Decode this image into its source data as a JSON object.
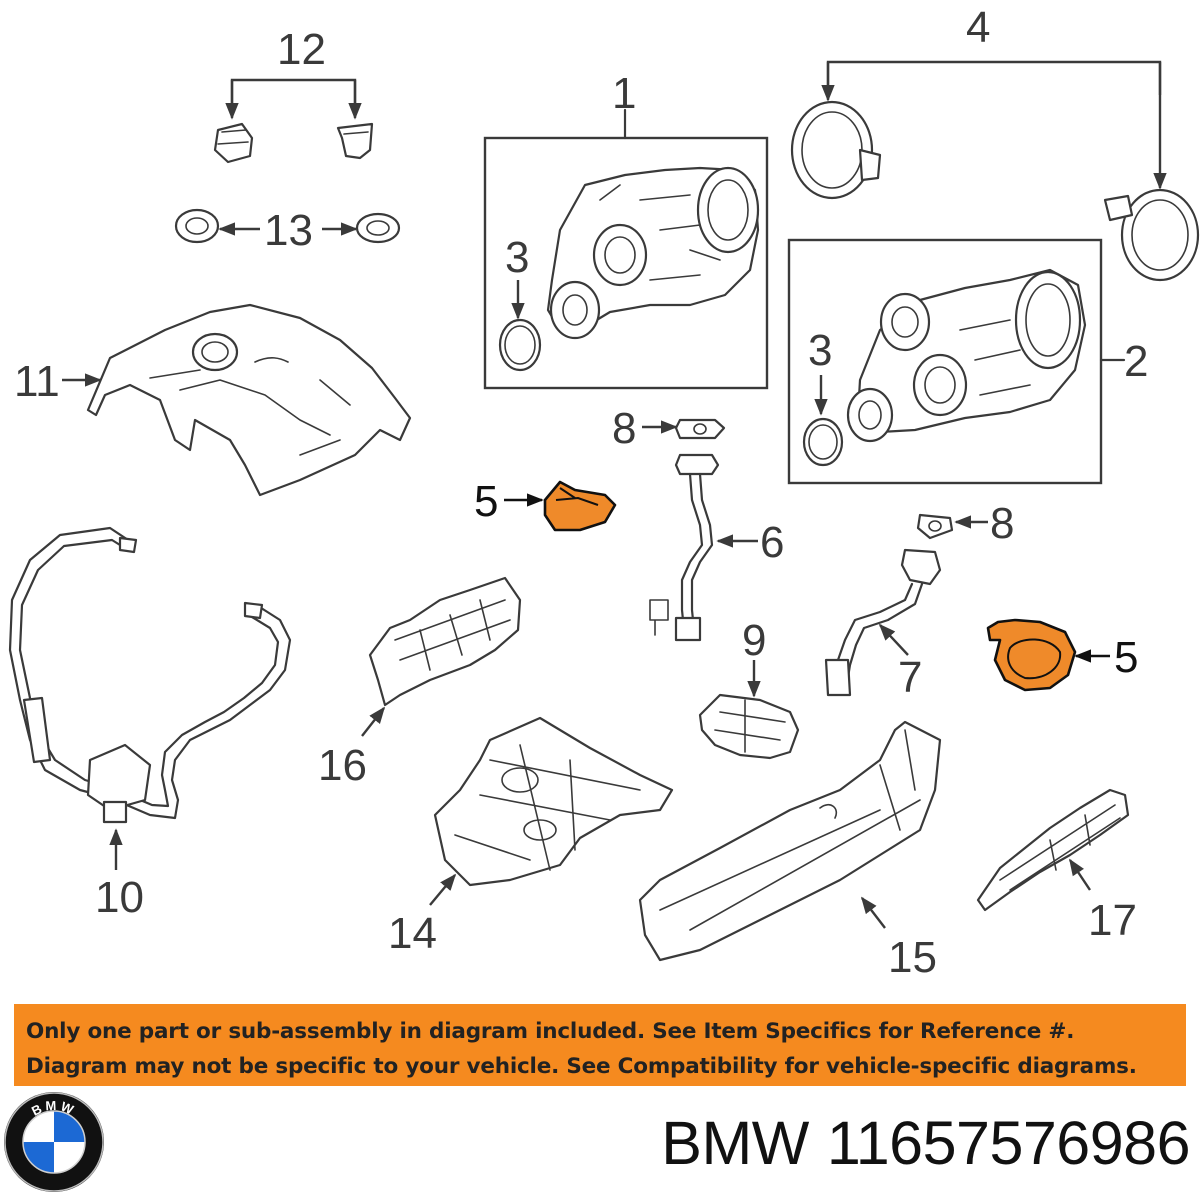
{
  "diagram": {
    "callouts": {
      "c1": "1",
      "c2": "2",
      "c3a": "3",
      "c3b": "3",
      "c4": "4",
      "c5a": "5",
      "c5b": "5",
      "c6": "6",
      "c7": "7",
      "c8a": "8",
      "c8b": "8",
      "c9": "9",
      "c10": "10",
      "c11": "11",
      "c12": "12",
      "c13": "13",
      "c14": "14",
      "c15": "15",
      "c16": "16",
      "c17": "17"
    },
    "highlighted_item": "5",
    "highlight_color": "#ef8a2a"
  },
  "notice": {
    "line1": "Only one part or sub-assembly in diagram included. See Item Specifics for Reference #.",
    "line2": "Diagram may not be specific to your vehicle. See Compatibility for vehicle-specific diagrams.",
    "background_color": "#f58a1f"
  },
  "footer": {
    "brand": "BMW",
    "part_number": "11657576986",
    "logo_letters": "BMW",
    "logo_colors": {
      "blue": "#1c69d4",
      "white": "#ffffff",
      "ring": "#111111"
    }
  }
}
